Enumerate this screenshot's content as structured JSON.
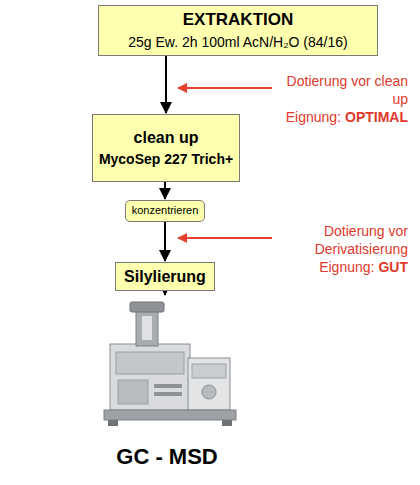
{
  "diagram": {
    "nodes": [
      {
        "text": [
          "EXTRAKTION",
          "25g Ew.  2h  100ml AcN/H₂O (84/16)"
        ]
      },
      {
        "text": [
          "clean up",
          "MycoSep 227 Trich+"
        ]
      },
      {
        "text": [
          "konzentrieren"
        ]
      },
      {
        "text": [
          "Silylierung"
        ]
      },
      {
        "text": [
          "GC - MSD"
        ]
      }
    ],
    "edges": [
      {
        "from": 0,
        "to": 1,
        "arrow": "to"
      },
      {
        "from": 1,
        "to": 2,
        "arrow": "to"
      },
      {
        "from": 2,
        "to": 3,
        "arrow": "to"
      },
      {
        "from": 3,
        "to": 4,
        "arrow": "to"
      }
    ],
    "labels": [
      "Dotierung vor clean up",
      "Eignung:",
      "OPTIMAL",
      "Dotierung vor Derivatisierung",
      "Eignung:",
      "GUT"
    ]
  }
}
